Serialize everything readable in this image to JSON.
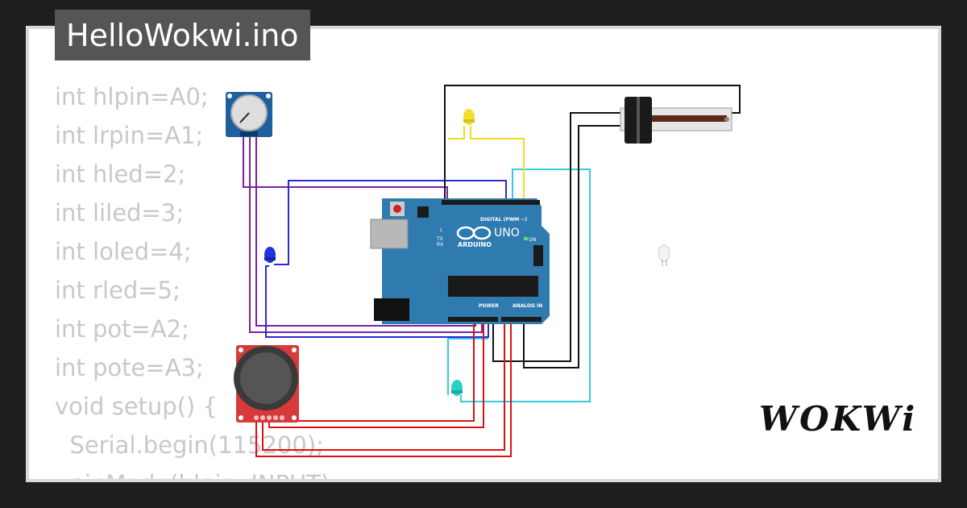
{
  "file": {
    "title": "HelloWokwi.ino"
  },
  "code": {
    "lines": [
      "int hlpin=A0;",
      "int lrpin=A1;",
      "int hled=2;",
      "int liled=3;",
      "int loled=4;",
      "int rled=5;",
      "int pot=A2;",
      "int pote=A3;",
      "void setup() {",
      "  Serial.begin(115200);",
      "  pinMode(hlpin, INPUT);"
    ]
  },
  "board": {
    "brand": "ARDUINO",
    "model": "UNO",
    "digital_label": "DIGITAL (PWM ~)",
    "power_label": "POWER",
    "analog_label": "ANALOG IN",
    "tx": "TX",
    "rx": "RX",
    "on": "ON",
    "l": "L"
  },
  "brand": {
    "logo": "WOKWi"
  },
  "colors": {
    "wire_purple": "#7a1fa2",
    "wire_blue": "#2a2ad8",
    "wire_red": "#dd1111",
    "wire_cyan": "#33ccdd",
    "wire_yellow": "#eedd22",
    "wire_black": "#111111",
    "board": "#2f7bb0",
    "joystick_pcb": "#d63a3a",
    "pot_pcb": "#1f5f9e"
  }
}
